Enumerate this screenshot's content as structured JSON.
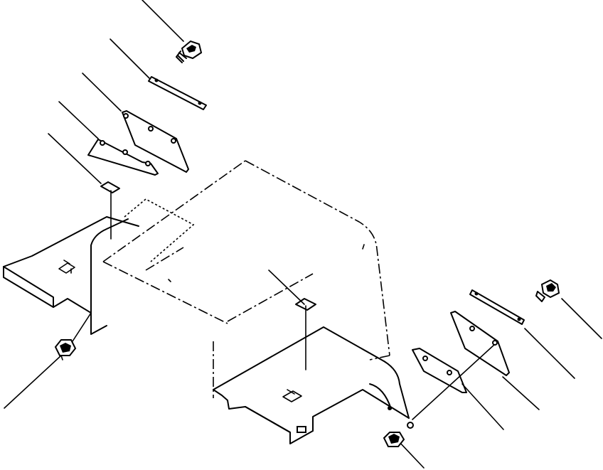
{
  "diagram": {
    "type": "exploded parts illustration",
    "colors": {
      "line": "#000000",
      "background": "#ffffff"
    },
    "parts": [
      {
        "name": "bolt-upper-left"
      },
      {
        "name": "strip-upper-left"
      },
      {
        "name": "plate-upper-left"
      },
      {
        "name": "gasket-upper-left"
      },
      {
        "name": "pad-left"
      },
      {
        "name": "nut-left"
      },
      {
        "name": "pad-center"
      },
      {
        "name": "bolt-right"
      },
      {
        "name": "strip-right"
      },
      {
        "name": "plate-right"
      },
      {
        "name": "gasket-right"
      },
      {
        "name": "nut-right"
      },
      {
        "name": "floor-panel-left"
      },
      {
        "name": "floor-panel-right"
      },
      {
        "name": "cab-outline"
      }
    ]
  }
}
